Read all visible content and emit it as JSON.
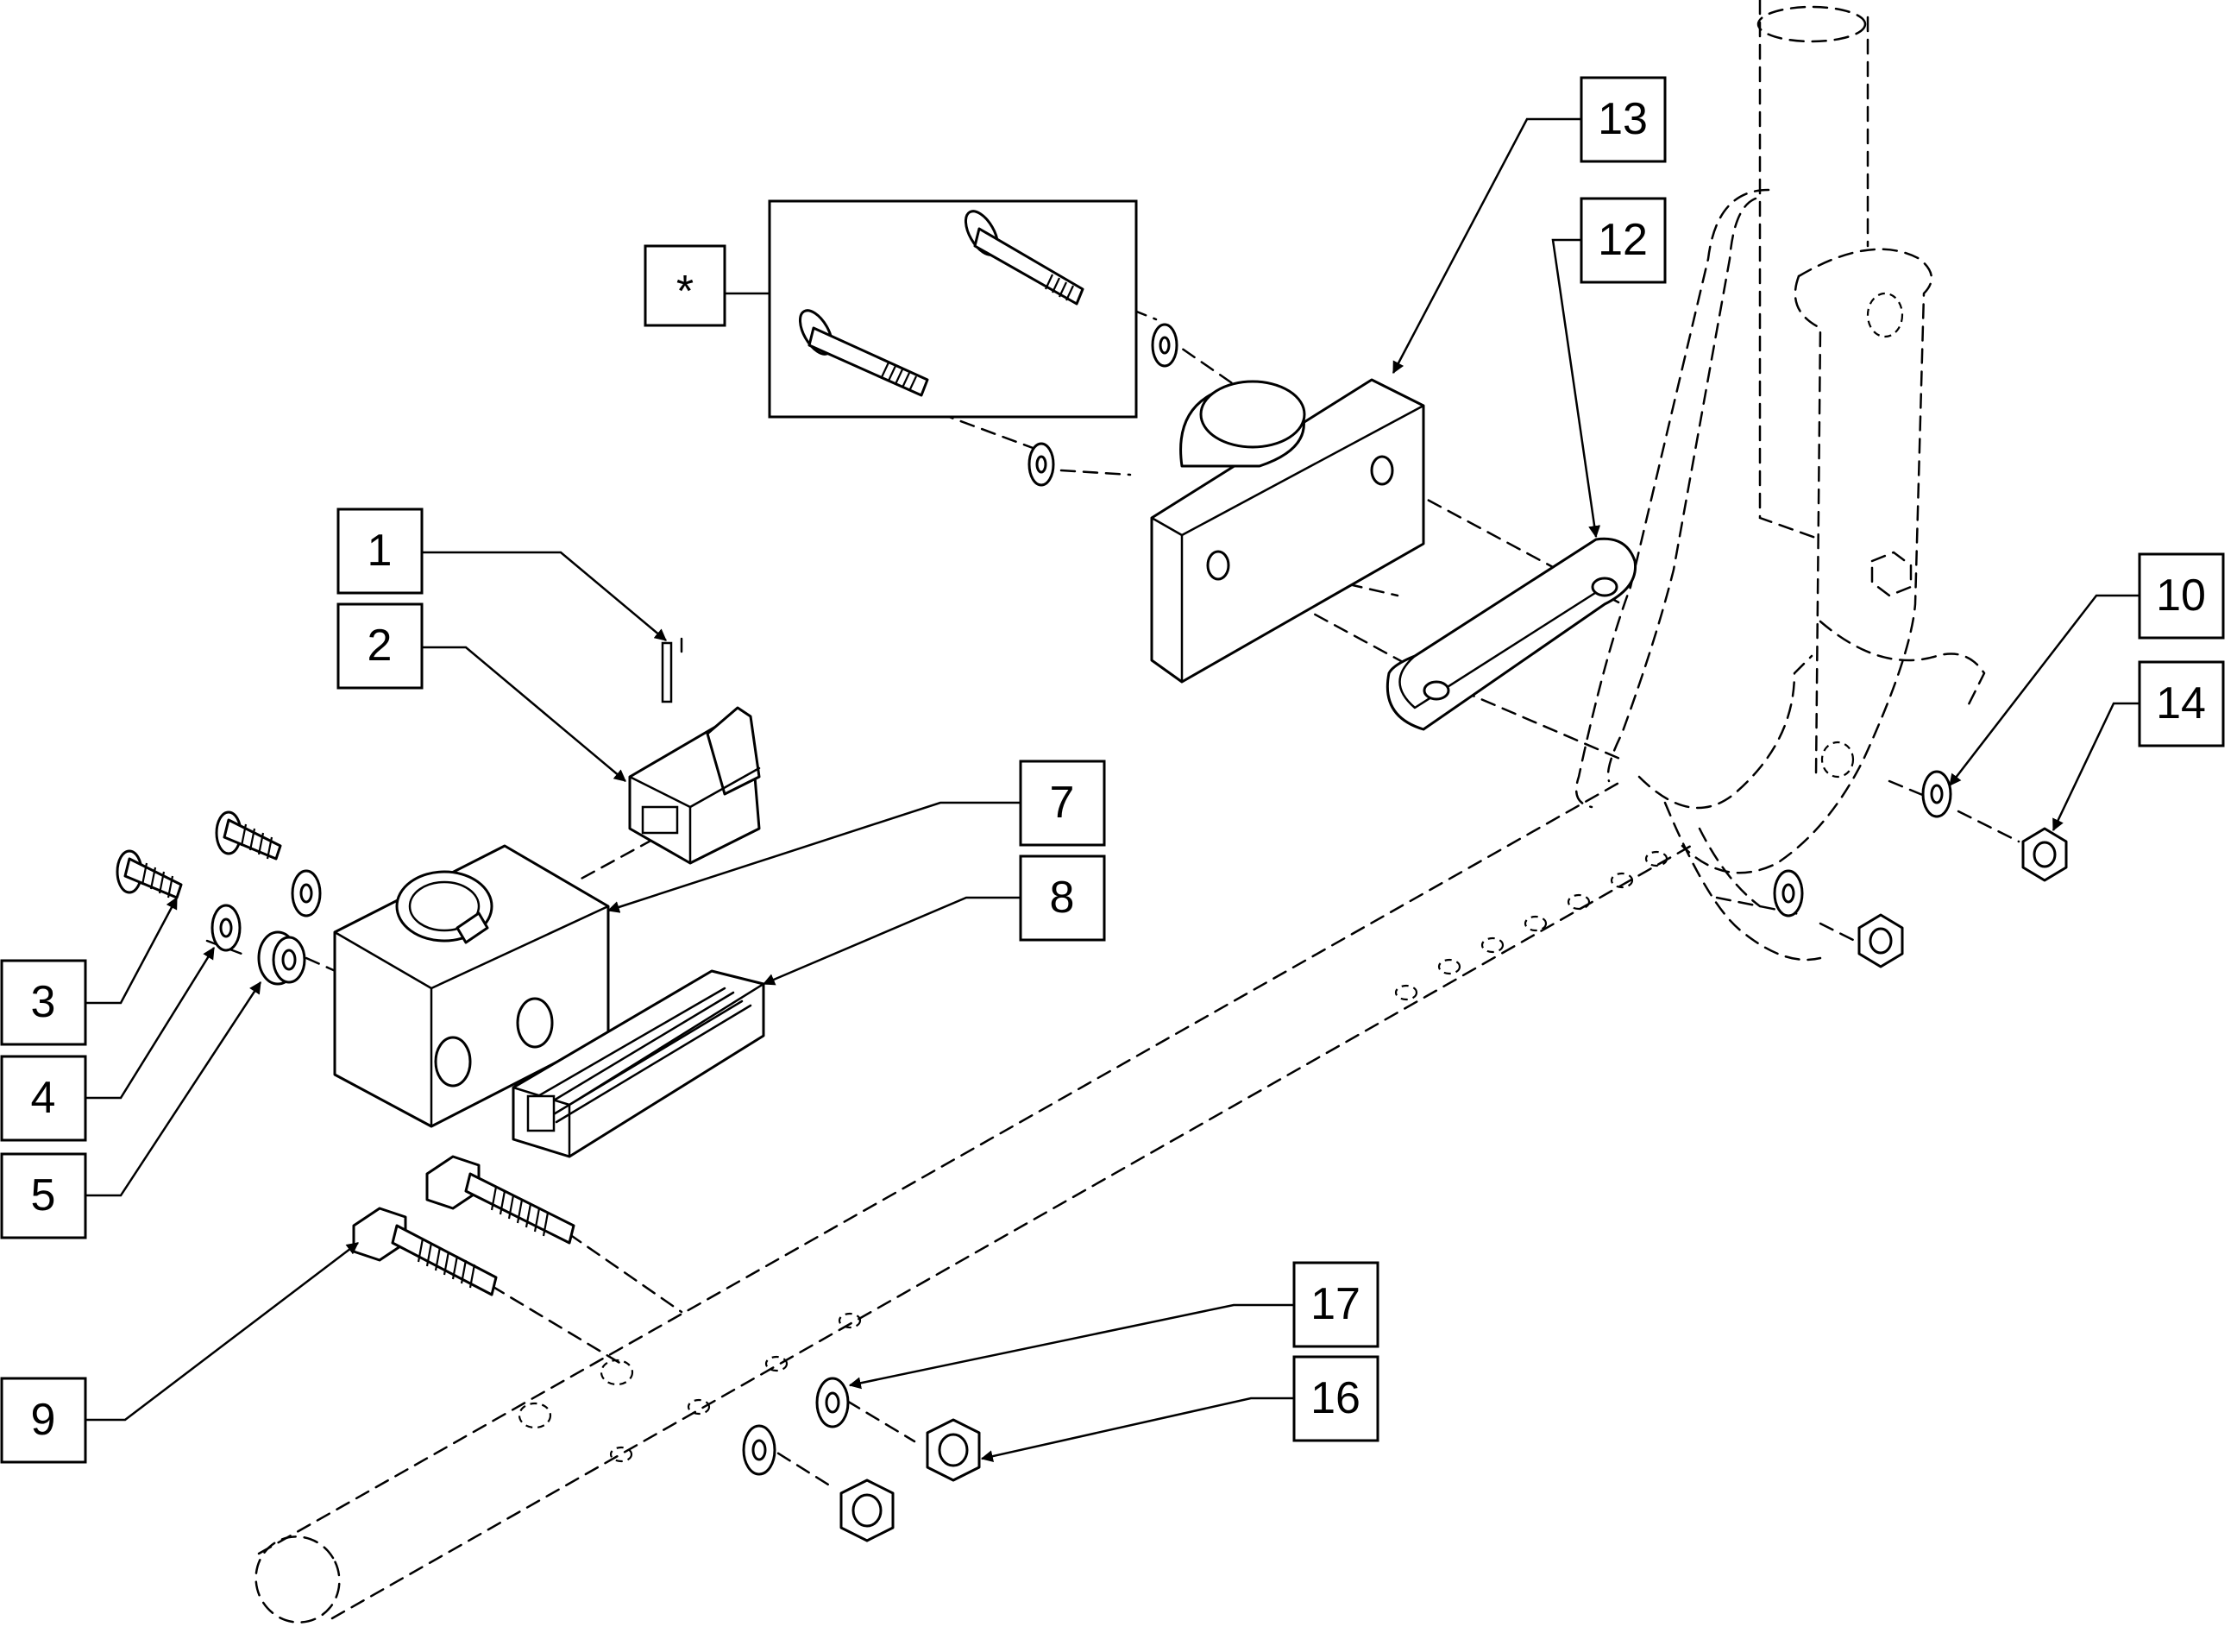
{
  "callouts": [
    {
      "id": "c1",
      "label": "1"
    },
    {
      "id": "c2",
      "label": "2"
    },
    {
      "id": "c3",
      "label": "3"
    },
    {
      "id": "c4",
      "label": "4"
    },
    {
      "id": "c5",
      "label": "5"
    },
    {
      "id": "c7",
      "label": "7"
    },
    {
      "id": "c8",
      "label": "8"
    },
    {
      "id": "c9",
      "label": "9"
    },
    {
      "id": "c10",
      "label": "10"
    },
    {
      "id": "c12",
      "label": "12"
    },
    {
      "id": "c13",
      "label": "13"
    },
    {
      "id": "c14",
      "label": "14"
    },
    {
      "id": "c16",
      "label": "16"
    },
    {
      "id": "c17",
      "label": "17"
    },
    {
      "id": "cstar",
      "label": "*"
    }
  ]
}
